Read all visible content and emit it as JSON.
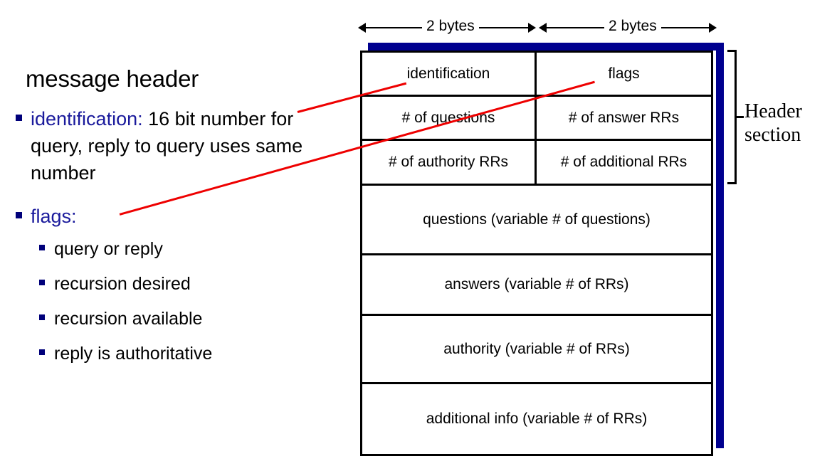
{
  "slide": {
    "heading": "message header",
    "bullets": [
      {
        "label": "identification:",
        "rest": " 16 bit number for query, reply to query uses same number",
        "name": "bullet-identification"
      },
      {
        "label": "flags:",
        "rest": "",
        "name": "bullet-flags"
      }
    ],
    "sub_bullets": [
      {
        "text": "query or reply",
        "name": "sub-bullet-query-or-reply"
      },
      {
        "text": "recursion desired",
        "name": "sub-bullet-recursion-desired"
      },
      {
        "text": "recursion available",
        "name": "sub-bullet-recursion-available"
      },
      {
        "text": "reply is authoritative",
        "name": "sub-bullet-reply-is-authoritative"
      }
    ]
  },
  "diagram": {
    "span_labels": [
      "2 bytes",
      "2 bytes"
    ],
    "bracket_label_line1": "Header",
    "bracket_label_line2": "section",
    "rows": [
      {
        "type": "split",
        "cells": [
          "identification",
          "flags"
        ]
      },
      {
        "type": "split",
        "cells": [
          "# of questions",
          "# of answer RRs"
        ]
      },
      {
        "type": "split",
        "cells": [
          "# of authority RRs",
          "# of additional RRs"
        ]
      },
      {
        "type": "full",
        "cells": [
          "questions (variable # of questions)"
        ]
      },
      {
        "type": "full",
        "cells": [
          "answers (variable # of RRs)"
        ]
      },
      {
        "type": "full",
        "cells": [
          "authority (variable # of RRs)"
        ]
      },
      {
        "type": "full",
        "cells": [
          "additional info (variable # of RRs)"
        ]
      }
    ]
  },
  "colors": {
    "accent_blue": "#00008f",
    "text_blue": "#1a1a9c",
    "pointer_red": "#ee0000",
    "outline_black": "#000000",
    "background": "#ffffff"
  }
}
